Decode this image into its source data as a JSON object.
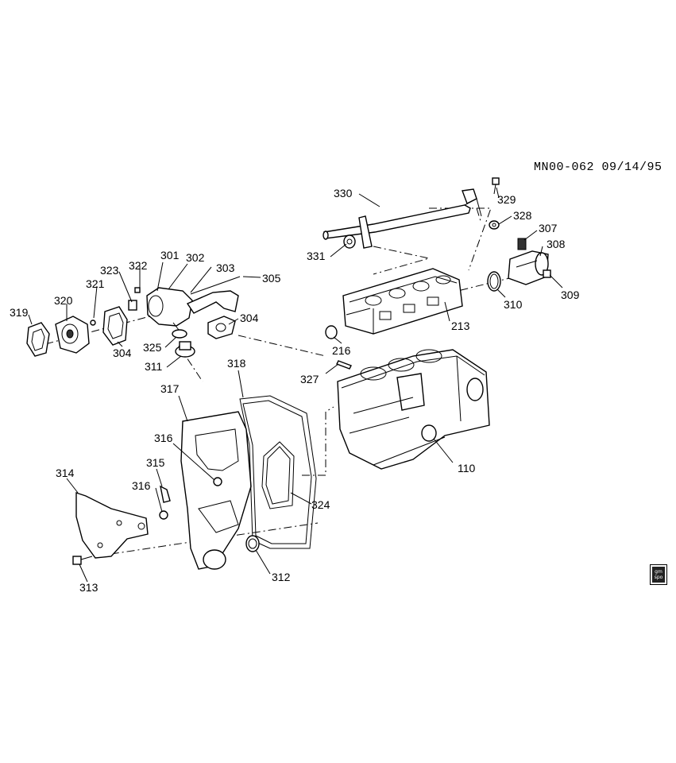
{
  "document": {
    "id_label": "MN00-062 09/14/95",
    "badge_text": [
      "gm",
      "spo"
    ]
  },
  "callouts": [
    {
      "id": "330",
      "text": "330"
    },
    {
      "id": "329",
      "text": "329"
    },
    {
      "id": "328",
      "text": "328"
    },
    {
      "id": "307",
      "text": "307"
    },
    {
      "id": "308",
      "text": "308"
    },
    {
      "id": "331",
      "text": "331"
    },
    {
      "id": "301",
      "text": "301"
    },
    {
      "id": "302",
      "text": "302"
    },
    {
      "id": "322",
      "text": "322"
    },
    {
      "id": "323",
      "text": "323"
    },
    {
      "id": "303",
      "text": "303"
    },
    {
      "id": "305",
      "text": "305"
    },
    {
      "id": "321",
      "text": "321"
    },
    {
      "id": "320",
      "text": "320"
    },
    {
      "id": "319",
      "text": "319"
    },
    {
      "id": "304a",
      "text": "304"
    },
    {
      "id": "304b",
      "text": "304"
    },
    {
      "id": "310",
      "text": "310"
    },
    {
      "id": "309",
      "text": "309"
    },
    {
      "id": "213",
      "text": "213"
    },
    {
      "id": "325",
      "text": "325"
    },
    {
      "id": "311",
      "text": "311"
    },
    {
      "id": "216",
      "text": "216"
    },
    {
      "id": "327",
      "text": "327"
    },
    {
      "id": "318",
      "text": "318"
    },
    {
      "id": "317",
      "text": "317"
    },
    {
      "id": "316a",
      "text": "316"
    },
    {
      "id": "315",
      "text": "315"
    },
    {
      "id": "316b",
      "text": "316"
    },
    {
      "id": "314",
      "text": "314"
    },
    {
      "id": "324",
      "text": "324"
    },
    {
      "id": "110",
      "text": "110"
    },
    {
      "id": "312",
      "text": "312"
    },
    {
      "id": "313",
      "text": "313"
    }
  ]
}
